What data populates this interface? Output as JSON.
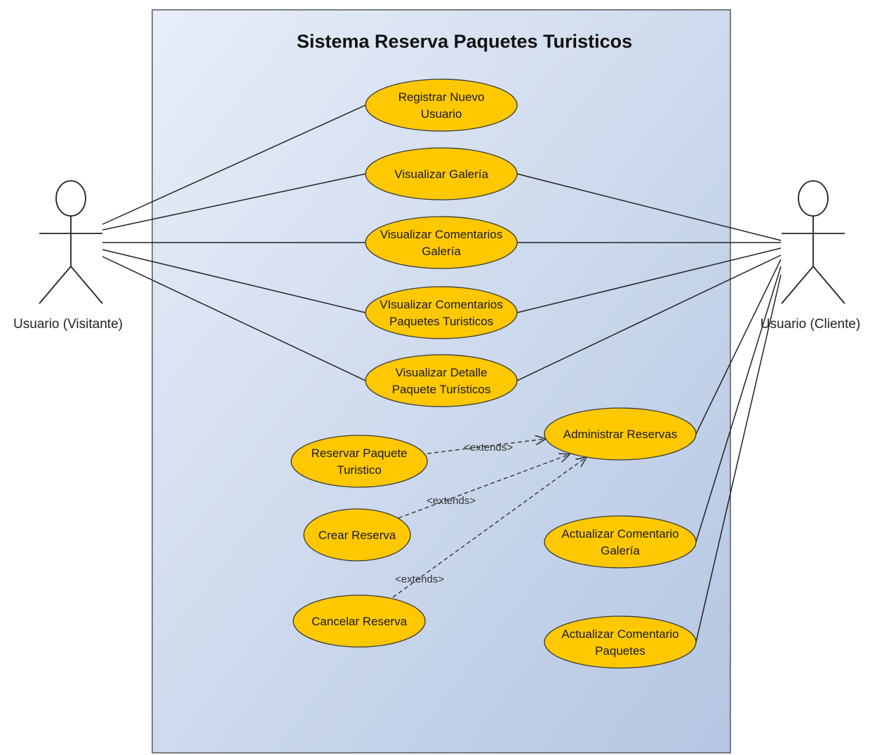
{
  "system": {
    "title": "Sistema Reserva Paquetes Turisticos"
  },
  "colors": {
    "use_case_fill": "#ffc800",
    "boundary_gradient_start": "#e8eef8",
    "boundary_gradient_end": "#b4c6e2"
  },
  "actors": [
    {
      "id": "visitante",
      "label": "Usuario (Visitante)",
      "icon": "stick-figure-icon"
    },
    {
      "id": "cliente",
      "label": "Usuario (Cliente)",
      "icon": "stick-figure-icon"
    }
  ],
  "use_cases": [
    {
      "id": "registrar",
      "lines": [
        "Registrar Nuevo",
        "Usuario"
      ]
    },
    {
      "id": "galeria",
      "lines": [
        "Visualizar Galería"
      ]
    },
    {
      "id": "coment_galeria",
      "lines": [
        "Visualizar Comentarios",
        "Galería"
      ]
    },
    {
      "id": "coment_paquetes",
      "lines": [
        "VIsualizar Comentarios",
        "Paquetes Turisticos"
      ]
    },
    {
      "id": "detalle",
      "lines": [
        "Visualizar Detalle",
        "Paquete Turísticos"
      ]
    },
    {
      "id": "administrar",
      "lines": [
        "Administrar Reservas"
      ]
    },
    {
      "id": "reservar",
      "lines": [
        "Reservar Paquete",
        "Turistico"
      ]
    },
    {
      "id": "crear",
      "lines": [
        "Crear Reserva"
      ]
    },
    {
      "id": "cancelar",
      "lines": [
        "Cancelar Reserva"
      ]
    },
    {
      "id": "act_galeria",
      "lines": [
        "Actualizar Comentario",
        "Galería"
      ]
    },
    {
      "id": "act_paquetes",
      "lines": [
        "Actualizar Comentario",
        "Paquetes"
      ]
    }
  ],
  "associations": [
    {
      "actor": "visitante",
      "use_case": "registrar"
    },
    {
      "actor": "visitante",
      "use_case": "galeria"
    },
    {
      "actor": "visitante",
      "use_case": "coment_galeria"
    },
    {
      "actor": "visitante",
      "use_case": "coment_paquetes"
    },
    {
      "actor": "visitante",
      "use_case": "detalle"
    },
    {
      "actor": "cliente",
      "use_case": "galeria"
    },
    {
      "actor": "cliente",
      "use_case": "coment_galeria"
    },
    {
      "actor": "cliente",
      "use_case": "coment_paquetes"
    },
    {
      "actor": "cliente",
      "use_case": "detalle"
    },
    {
      "actor": "cliente",
      "use_case": "administrar"
    },
    {
      "actor": "cliente",
      "use_case": "act_galeria"
    },
    {
      "actor": "cliente",
      "use_case": "act_paquetes"
    }
  ],
  "extends": [
    {
      "from": "reservar",
      "to": "administrar",
      "label": "<extends>"
    },
    {
      "from": "crear",
      "to": "administrar",
      "label": "<extends>"
    },
    {
      "from": "cancelar",
      "to": "administrar",
      "label": "<extends>"
    }
  ]
}
